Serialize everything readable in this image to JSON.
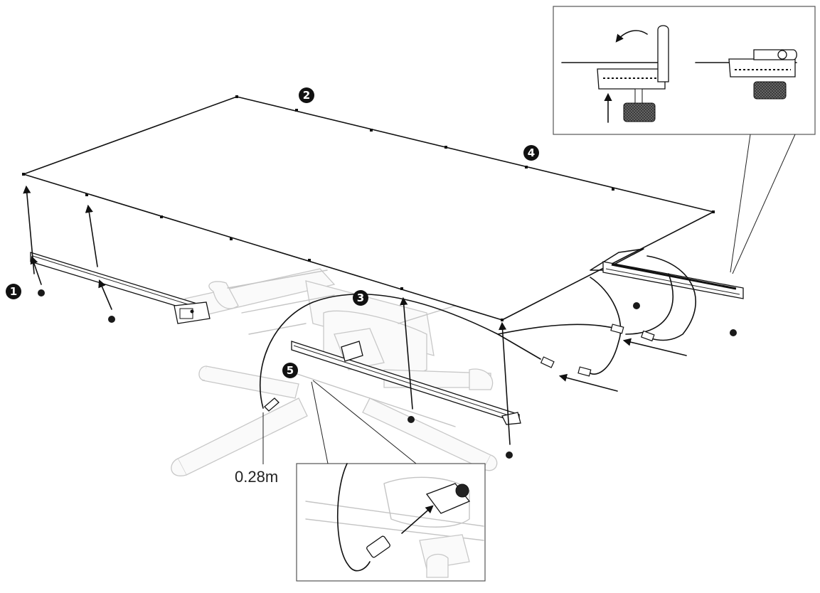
{
  "steps": [
    {
      "id": "step-1",
      "label": "1"
    },
    {
      "id": "step-2",
      "label": "2"
    },
    {
      "id": "step-3",
      "label": "3"
    },
    {
      "id": "step-4",
      "label": "4"
    },
    {
      "id": "step-5",
      "label": "5"
    }
  ],
  "measurement": {
    "cable_length": "0.28m"
  },
  "colors": {
    "line": "#111111",
    "ghost": "#c4c4c4",
    "badge": "#111111",
    "badge_text": "#ffffff"
  }
}
